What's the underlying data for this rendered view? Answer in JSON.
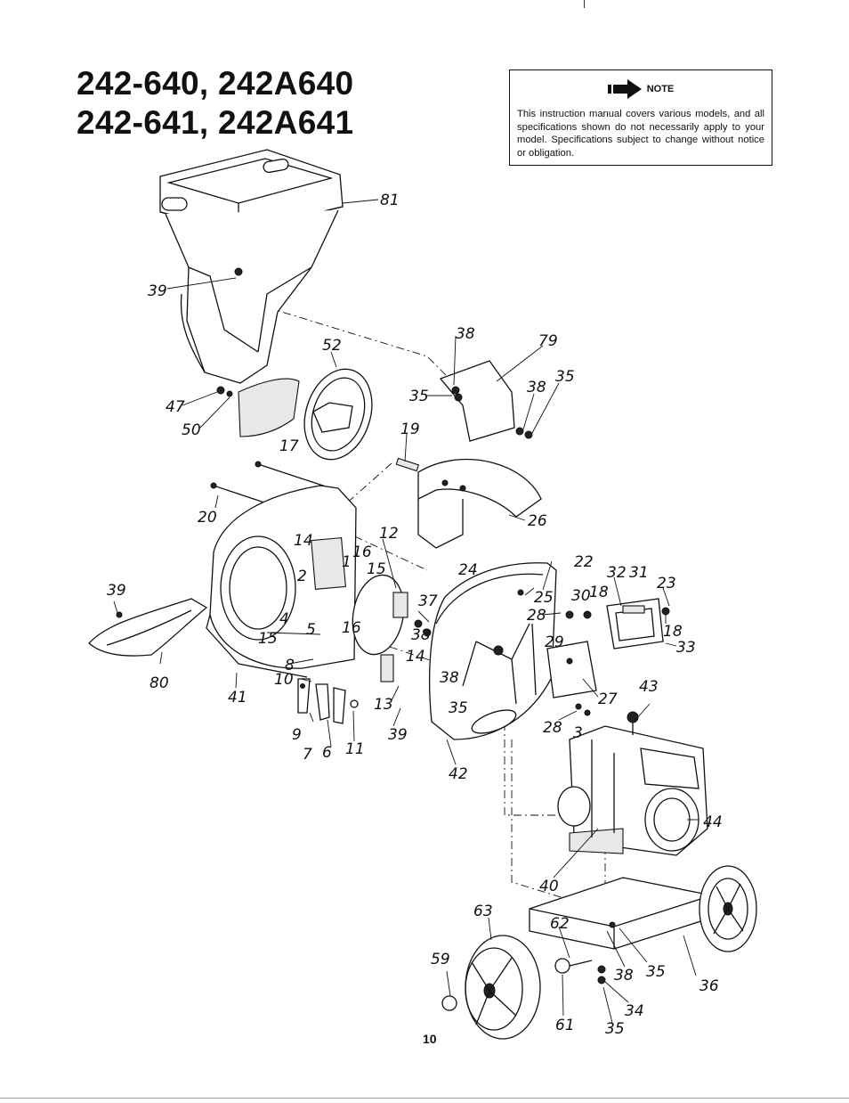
{
  "title": {
    "line1": "242-640, 242A640",
    "line2": "242-641, 242A641"
  },
  "note": {
    "icon": "arrow-right-icon",
    "label": "NOTE",
    "text": "This instruction manual covers various models, and all specifications shown do not necessarily apply to your model. Specifications subject to change without notice or obligation."
  },
  "diagram": {
    "callouts": [
      {
        "label": "81"
      },
      {
        "label": "39"
      },
      {
        "label": "52"
      },
      {
        "label": "47"
      },
      {
        "label": "50"
      },
      {
        "label": "17"
      },
      {
        "label": "38"
      },
      {
        "label": "79"
      },
      {
        "label": "35"
      },
      {
        "label": "38"
      },
      {
        "label": "35"
      },
      {
        "label": "19"
      },
      {
        "label": "26"
      },
      {
        "label": "20"
      },
      {
        "label": "12"
      },
      {
        "label": "14"
      },
      {
        "label": "1"
      },
      {
        "label": "16"
      },
      {
        "label": "15"
      },
      {
        "label": "24"
      },
      {
        "label": "22"
      },
      {
        "label": "32"
      },
      {
        "label": "31"
      },
      {
        "label": "23"
      },
      {
        "label": "39"
      },
      {
        "label": "2"
      },
      {
        "label": "4"
      },
      {
        "label": "5"
      },
      {
        "label": "16"
      },
      {
        "label": "15"
      },
      {
        "label": "37"
      },
      {
        "label": "25"
      },
      {
        "label": "30"
      },
      {
        "label": "18"
      },
      {
        "label": "28"
      },
      {
        "label": "18"
      },
      {
        "label": "33"
      },
      {
        "label": "38"
      },
      {
        "label": "14"
      },
      {
        "label": "29"
      },
      {
        "label": "80"
      },
      {
        "label": "41"
      },
      {
        "label": "8"
      },
      {
        "label": "10"
      },
      {
        "label": "38"
      },
      {
        "label": "27"
      },
      {
        "label": "43"
      },
      {
        "label": "13"
      },
      {
        "label": "35"
      },
      {
        "label": "9"
      },
      {
        "label": "39"
      },
      {
        "label": "28"
      },
      {
        "label": "3"
      },
      {
        "label": "7"
      },
      {
        "label": "6"
      },
      {
        "label": "11"
      },
      {
        "label": "42"
      },
      {
        "label": "44"
      },
      {
        "label": "40"
      },
      {
        "label": "63"
      },
      {
        "label": "62"
      },
      {
        "label": "59"
      },
      {
        "label": "38"
      },
      {
        "label": "35"
      },
      {
        "label": "36"
      },
      {
        "label": "34"
      },
      {
        "label": "61"
      },
      {
        "label": "35"
      }
    ]
  },
  "page_number": "10"
}
